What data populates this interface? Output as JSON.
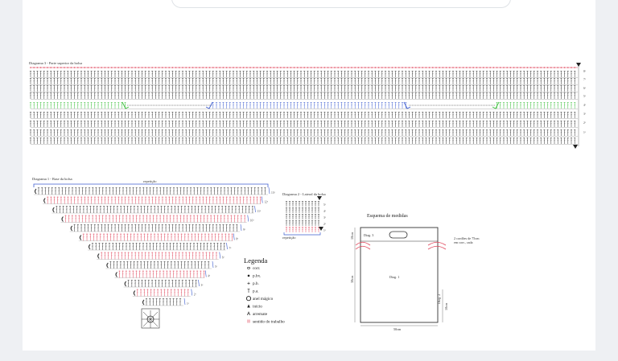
{
  "diagram3": {
    "caption": "Diagrama 3 - Parte superior da bolsa",
    "row_labels": [
      "8ª",
      "7ª",
      "6ª",
      "5ª",
      "4ª",
      "3ª",
      "2ª",
      "1ª"
    ]
  },
  "diagram1": {
    "caption": "Diagrama 1 - Base da bolsa",
    "repeat_label": "repetição",
    "row_labels": [
      "13ª",
      "12ª",
      "11ª",
      "10ª",
      "9ª",
      "8ª",
      "7ª",
      "6ª",
      "5ª",
      "4ª",
      "3ª",
      "2ª",
      "1ª"
    ]
  },
  "diagram2": {
    "caption": "Diagrama 2 - Lateral da bolsa",
    "repeat_label": "repetição",
    "row_labels": [
      "5ª",
      "4ª",
      "3ª",
      "2ª",
      "1ª"
    ]
  },
  "legend": {
    "title": "Legenda",
    "items": [
      {
        "symbol": "chain-icon",
        "label": "corr."
      },
      {
        "symbol": "slip-stitch-icon",
        "label": "p.bx."
      },
      {
        "symbol": "single-crochet-icon",
        "label": "p.b."
      },
      {
        "symbol": "double-crochet-icon",
        "label": "p.a."
      },
      {
        "symbol": "magic-ring-icon",
        "label": "anel mágico"
      },
      {
        "symbol": "start-icon",
        "label": "início"
      },
      {
        "symbol": "finish-icon",
        "label": "arremate"
      },
      {
        "symbol": "direction-icon",
        "label": "sentido do trabalho"
      }
    ]
  },
  "scheme": {
    "title": "Esquema de medidas",
    "diag3_label": "Diag. 3",
    "diag1_label": "Diag. 1",
    "diag2_label": "Diag. 2",
    "handles_label_1": "2 cordões de 75cm",
    "handles_label_2": "em corr., cada",
    "height_left": "10cm",
    "height_main": "30cm",
    "height_right": "10cm",
    "width_label": "50cm"
  },
  "colors": {
    "stitch": "#333333",
    "red": "#e0455a",
    "green": "#3bbf3b",
    "blue": "#3f5fd0"
  }
}
